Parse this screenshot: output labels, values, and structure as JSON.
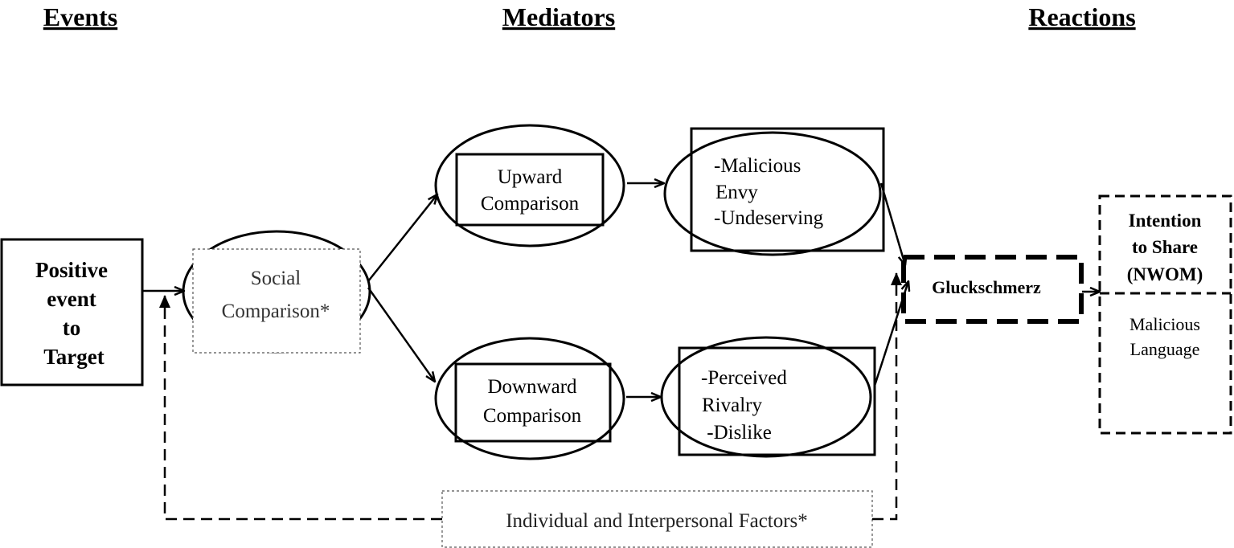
{
  "headers": {
    "events": "Events",
    "mediators": "Mediators",
    "reactions": "Reactions"
  },
  "nodes": {
    "positive_event": [
      "Positive",
      "event",
      "to",
      "Target"
    ],
    "social_comparison": [
      "Social",
      "Comparison*"
    ],
    "upward": [
      "Upward",
      "Comparison"
    ],
    "downward": [
      "Downward",
      "Comparison"
    ],
    "malicious_envy": [
      "-Malicious",
      "Envy",
      "-Undeserving"
    ],
    "perceived_rivalry": [
      "-Perceived",
      "Rivalry",
      " -Dislike"
    ],
    "gluckschmerz": "Gluckschmerz",
    "intention": [
      "Intention",
      "to Share",
      "(NWOM)"
    ],
    "malicious_language": [
      "Malicious",
      "Language"
    ],
    "factors": "Individual and Interpersonal Factors*"
  }
}
